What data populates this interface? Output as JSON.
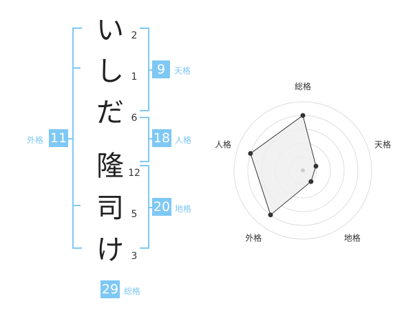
{
  "name_chars": [
    {
      "char": "い",
      "strokes": "2"
    },
    {
      "char": "し",
      "strokes": "1"
    },
    {
      "char": "だ",
      "strokes": "6"
    },
    {
      "char": "隆",
      "strokes": "12"
    },
    {
      "char": "司",
      "strokes": "5"
    },
    {
      "char": "け",
      "strokes": "3"
    }
  ],
  "kaku": {
    "tenkaku": {
      "value": "9",
      "label": "天格"
    },
    "jinkaku": {
      "value": "18",
      "label": "人格"
    },
    "chikaku": {
      "value": "20",
      "label": "地格"
    },
    "gaikaku": {
      "value": "11",
      "label": "外格"
    },
    "soukaku": {
      "value": "29",
      "label": "総格"
    }
  },
  "colors": {
    "accent": "#7ec8f5",
    "badge": "#7ec8f5",
    "label": "#7ec8f5",
    "radar_fill": "#eeeeee",
    "radar_grid": "#dddddd",
    "radar_line": "#333333"
  },
  "chart_data": {
    "type": "radar",
    "axes": [
      "総格",
      "天格",
      "地格",
      "外格",
      "人格"
    ],
    "values": [
      4,
      1,
      1,
      4,
      4
    ],
    "range": [
      0,
      5
    ],
    "rings": 5,
    "grid": true,
    "legend": "none"
  }
}
